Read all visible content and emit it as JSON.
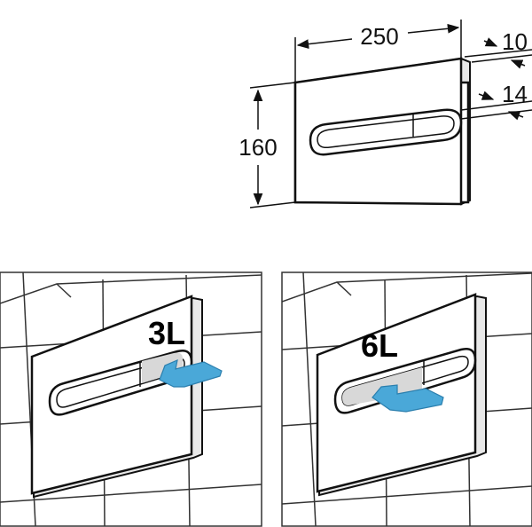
{
  "dimensions": {
    "width": "250",
    "height": "160",
    "depth_total": "10",
    "depth_button": "14"
  },
  "panels": [
    {
      "volume_label": "3L",
      "pressed_side": "right"
    },
    {
      "volume_label": "6L",
      "pressed_side": "left"
    }
  ],
  "colors": {
    "line": "#111111",
    "tile_line": "#333333",
    "arrow_fill": "#4aa8d8",
    "arrow_edge": "#2b7fae"
  }
}
